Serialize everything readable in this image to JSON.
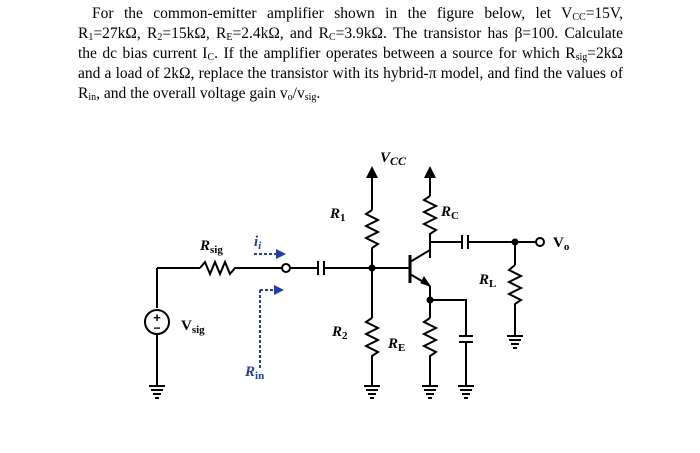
{
  "problem": {
    "s1": "For the common-emitter amplifier shown in the figure below, let V",
    "s1_sub": "CC",
    "s2": "=15V, R",
    "s2_sub": "1",
    "s3": "=27kΩ, R",
    "s3_sub": "2",
    "s4": "=15kΩ, R",
    "s4_sub": "E",
    "s5": "=2.4kΩ, and R",
    "s5_sub": "C",
    "s6": "=3.9kΩ. The transistor has β=100. Calculate the dc bias current I",
    "s6_sub": "C",
    "s7": ". If the amplifier operates between a source for which R",
    "s7_sub": "sig",
    "s8": "=2kΩ and a load of 2kΩ, replace the transistor with its hybrid-π model, and find the values of R",
    "s8_sub": "in",
    "s9": ", and the overall voltage gain v",
    "s9_sub": "o",
    "s10": "/v",
    "s10_sub": "sig",
    "s11": "."
  },
  "circuit": {
    "vcc": {
      "main": "V",
      "sub": "CC"
    },
    "r1": {
      "main": "R",
      "sub": "1"
    },
    "rc": {
      "main": "R",
      "sub": "C"
    },
    "rsig": {
      "main": "R",
      "sub": "sig"
    },
    "ii": {
      "main": "i",
      "sub": "i"
    },
    "vo": {
      "main": "V",
      "sub": "o"
    },
    "rl": {
      "main": "R",
      "sub": "L"
    },
    "vsig": {
      "main": "V",
      "sub": "sig"
    },
    "r2": {
      "main": "R",
      "sub": "2"
    },
    "re": {
      "main": "R",
      "sub": "E"
    },
    "rin": {
      "main": "R",
      "sub": "in"
    },
    "plus_sign": "+",
    "minus_sign": "−"
  }
}
